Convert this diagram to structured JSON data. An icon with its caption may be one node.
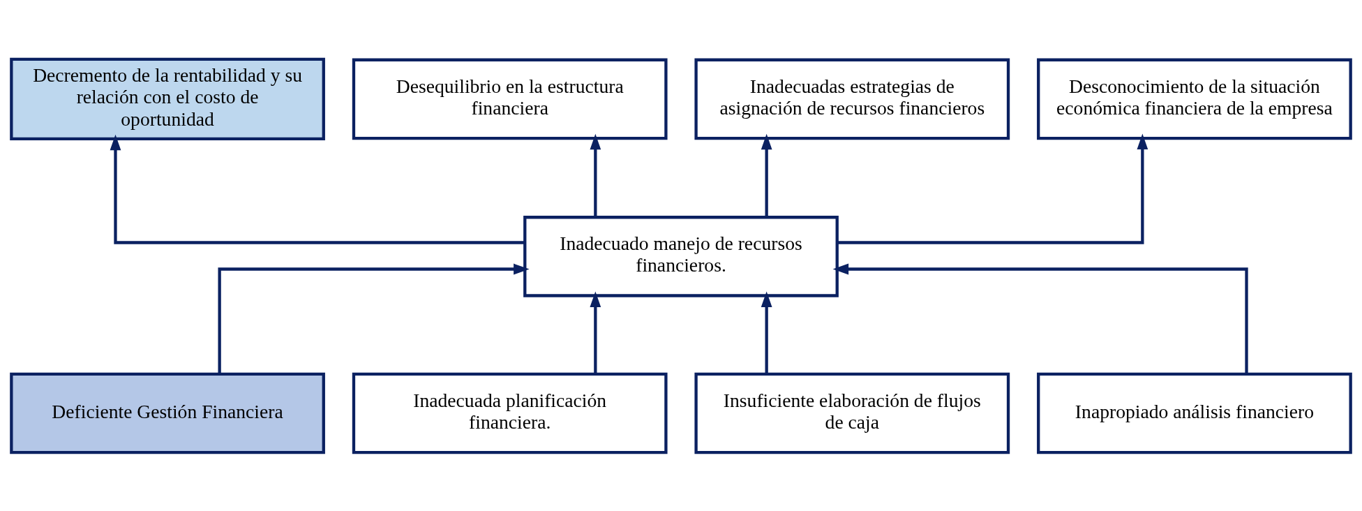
{
  "diagram": {
    "nodes": [
      {
        "text": [
          "Decremento de la rentabilidad y su relación con el costo de oportunidad"
        ]
      },
      {
        "text": [
          "Desequilibrio en la estructura financiera"
        ]
      },
      {
        "text": [
          "Inadecuadas estrategias de asignación de recursos financieros"
        ]
      },
      {
        "text": [
          "Desconocimiento de la situación económica financiera de la empresa"
        ]
      },
      {
        "text": [
          "Inadecuado manejo de recursos financieros."
        ]
      },
      {
        "text": [
          "Deficiente Gestión Financiera"
        ]
      },
      {
        "text": [
          "Inadecuada planificación financiera."
        ]
      },
      {
        "text": [
          "Insuficiente elaboración de flujos de caja"
        ]
      },
      {
        "text": [
          "Inapropiado análisis financiero"
        ]
      }
    ],
    "edges": [
      {
        "from": 4,
        "to": 0,
        "arrow": "to"
      },
      {
        "from": 4,
        "to": 1,
        "arrow": "to"
      },
      {
        "from": 4,
        "to": 2,
        "arrow": "to"
      },
      {
        "from": 4,
        "to": 3,
        "arrow": "to"
      },
      {
        "from": 5,
        "to": 4,
        "arrow": "to"
      },
      {
        "from": 6,
        "to": 4,
        "arrow": "to"
      },
      {
        "from": 7,
        "to": 4,
        "arrow": "to"
      },
      {
        "from": 8,
        "to": 4,
        "arrow": "to"
      }
    ]
  }
}
